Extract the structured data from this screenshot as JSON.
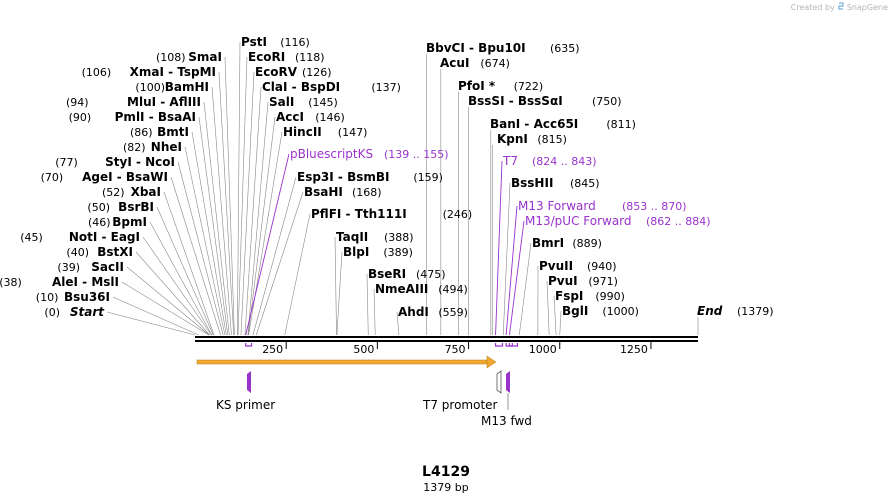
{
  "credit": {
    "prefix": "Created by",
    "brand": "SnapGene"
  },
  "map": {
    "name": "L4129",
    "length_label": "1379 bp",
    "ruler_ticks": [
      "250",
      "500",
      "750",
      "1000",
      "1250"
    ]
  },
  "colors": {
    "enzyme_text": "#000000",
    "feature_text": "#9933cc",
    "feature_line": "#9933cc",
    "leader_line": "#888888",
    "backbone": "#000000",
    "orf_arrow": "#f0a830",
    "primer_fill": "#9933cc"
  },
  "enzymes_left": [
    {
      "name": "SmaI",
      "pos": "(108)",
      "italic": false
    },
    {
      "name": "XmaI  - TspMI",
      "pos": "(106)",
      "italic": false
    },
    {
      "name": "BamHI",
      "pos": "(100)",
      "italic": false
    },
    {
      "name": "MluI  - AflIII",
      "pos": "(94)",
      "italic": false
    },
    {
      "name": "PmlI  - BsaAI",
      "pos": "(90)",
      "italic": false
    },
    {
      "name": "BmtI",
      "pos": "(86)",
      "italic": false
    },
    {
      "name": "NheI",
      "pos": "(82)",
      "italic": false
    },
    {
      "name": "StyI  - NcoI",
      "pos": "(77)",
      "italic": false
    },
    {
      "name": "AgeI  - BsaWI",
      "pos": "(70)",
      "italic": false
    },
    {
      "name": "XbaI",
      "pos": "(52)",
      "italic": false
    },
    {
      "name": "BsrBI",
      "pos": "(50)",
      "italic": false
    },
    {
      "name": "BpmI",
      "pos": "(46)",
      "italic": false
    },
    {
      "name": "NotI  - EagI",
      "pos": "(45)",
      "italic": false
    },
    {
      "name": "BstXI",
      "pos": "(40)",
      "italic": false
    },
    {
      "name": "SacII",
      "pos": "(39)",
      "italic": false
    },
    {
      "name": "AleI  - MslI",
      "pos": "(38)",
      "italic": false
    },
    {
      "name": "Bsu36I",
      "pos": "(10)",
      "italic": false
    },
    {
      "name": "Start",
      "pos": "(0)",
      "italic": true
    }
  ],
  "enzymes_mid1": [
    {
      "name": "PstI",
      "pos": "(116)"
    },
    {
      "name": "EcoRI",
      "pos": "(118)"
    },
    {
      "name": "EcoRV",
      "pos": "(126)"
    },
    {
      "name": "ClaI  - BspDI",
      "pos": "(137)"
    },
    {
      "name": "SalI",
      "pos": "(145)"
    },
    {
      "name": "AccI",
      "pos": "(146)"
    },
    {
      "name": "HincII",
      "pos": "(147)"
    }
  ],
  "feature_pbluescript": {
    "name": "pBluescriptKS",
    "range": "(139 .. 155)"
  },
  "enzymes_mid2": [
    {
      "name": "Esp3I  - BsmBI",
      "pos": "(159)"
    },
    {
      "name": "BsaHI",
      "pos": "(168)"
    },
    {
      "name": "PflFI  - Tth111I",
      "pos": "(246)"
    },
    {
      "name": "TaqII",
      "pos": "(388)"
    },
    {
      "name": "BlpI",
      "pos": "(389)"
    },
    {
      "name": "BseRI",
      "pos": "(475)"
    },
    {
      "name": "NmeAIII",
      "pos": "(494)"
    },
    {
      "name": "AhdI",
      "pos": "(559)"
    }
  ],
  "enzymes_right": [
    {
      "name": "BbvCI  - Bpu10I",
      "pos": "(635)"
    },
    {
      "name": "AcuI",
      "pos": "(674)"
    },
    {
      "name": "PfoI *",
      "pos": "(722)"
    },
    {
      "name": "BssSI  - BssSαI",
      "pos": "(750)"
    },
    {
      "name": "BanI  - Acc65I",
      "pos": "(811)"
    },
    {
      "name": "KpnI",
      "pos": "(815)"
    }
  ],
  "feature_t7": {
    "name": "T7",
    "range": "(824 .. 843)"
  },
  "enzyme_bsshii": {
    "name": "BssHII",
    "pos": "(845)"
  },
  "feature_m13": {
    "name": "M13 Forward",
    "range": "(853 .. 870)"
  },
  "feature_m13puc": {
    "name": "M13/pUC Forward",
    "range": "(862 .. 884)"
  },
  "enzymes_far": [
    {
      "name": "BmrI",
      "pos": "(889)"
    },
    {
      "name": "PvuII",
      "pos": "(940)"
    },
    {
      "name": "PvuI",
      "pos": "(971)"
    },
    {
      "name": "FspI",
      "pos": "(990)"
    },
    {
      "name": "BglI",
      "pos": "(1000)"
    }
  ],
  "end_label": {
    "name": "End",
    "pos": "(1379)"
  },
  "features_below": {
    "ks_primer": "KS primer",
    "t7_promoter": "T7 promoter",
    "m13_fwd": "M13 fwd"
  }
}
